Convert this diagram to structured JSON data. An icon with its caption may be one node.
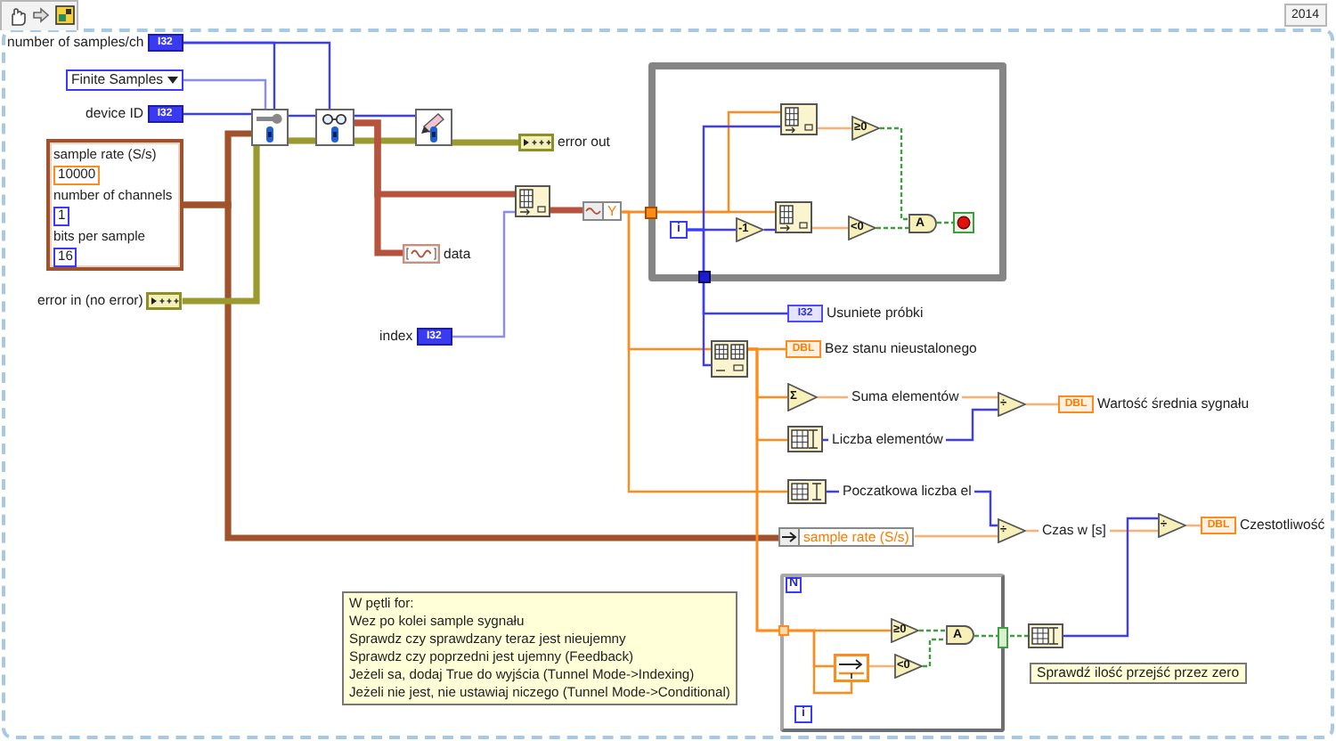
{
  "diagram": {
    "nodes": [
      {
        "text": [
          "I32"
        ],
        "beside": [
          "number of samples/ch"
        ]
      },
      {
        "text": [
          "Finite Samples"
        ]
      },
      {
        "text": [
          "I32"
        ],
        "beside": [
          "device ID"
        ]
      },
      {
        "text": [
          "sample rate (S/s)",
          "10000",
          "number of channels",
          "1",
          "bits per sample",
          "16"
        ]
      },
      {
        "text": [],
        "shape": "picture",
        "beside": [
          "error in (no error)"
        ]
      },
      {
        "text": [],
        "shape": "picture"
      },
      {
        "text": [],
        "shape": "picture"
      },
      {
        "text": [],
        "shape": "picture"
      },
      {
        "text": [],
        "shape": "picture",
        "beside": [
          "error out"
        ]
      },
      {
        "text": [],
        "shape": "picture"
      },
      {
        "text": [],
        "shape": "picture",
        "beside": [
          "data"
        ]
      },
      {
        "text": [
          "I32"
        ],
        "beside": [
          "index"
        ]
      },
      {
        "text": [
          "Y"
        ]
      },
      {
        "text": [],
        "shape": "box"
      },
      {
        "text": [
          "i"
        ],
        "in": 13
      },
      {
        "text": [],
        "shape": "picture",
        "in": 13
      },
      {
        "text": [
          "-1"
        ],
        "in": 13
      },
      {
        "text": [],
        "shape": "picture",
        "in": 13
      },
      {
        "text": [
          "≥0"
        ],
        "in": 13
      },
      {
        "text": [
          "<0"
        ],
        "in": 13
      },
      {
        "text": [
          "A"
        ],
        "in": 13
      },
      {
        "text": [],
        "shape": "picture",
        "in": 13
      },
      {
        "text": [
          "I32"
        ],
        "beside": [
          "Usuniete próbki"
        ]
      },
      {
        "text": [],
        "shape": "picture"
      },
      {
        "text": [
          "DBL"
        ],
        "beside": [
          "Bez stanu nieustalonego"
        ]
      },
      {
        "text": [
          "Σ"
        ]
      },
      {
        "text": [],
        "shape": "picture"
      },
      {
        "text": [
          "÷"
        ]
      },
      {
        "text": [
          "DBL"
        ],
        "beside": [
          "Wartość średnia sygnału"
        ]
      },
      {
        "text": [],
        "shape": "picture"
      },
      {
        "text": [
          "sample rate (S/s)"
        ]
      },
      {
        "text": [
          "÷"
        ]
      },
      {
        "text": [
          "÷"
        ]
      },
      {
        "text": [
          "DBL"
        ],
        "beside": [
          "Czestotliwość"
        ]
      },
      {
        "text": [
          "W pętli for:",
          "Wez po kolei sample sygnału",
          "Sprawdz czy sprawdzany teraz jest nieujemny",
          "Sprawdz czy poprzedni jest ujemny (Feedback)",
          "Jeżeli sa, dodaj True do wyjścia (Tunnel Mode->Indexing)",
          "Jeżeli nie jest, nie ustawiaj niczego (Tunnel Mode->Conditional)"
        ]
      },
      {
        "text": [],
        "shape": "box"
      },
      {
        "text": [
          "N"
        ],
        "in": 35
      },
      {
        "text": [
          "≥0"
        ],
        "in": 35
      },
      {
        "text": [],
        "shape": "picture",
        "in": 35
      },
      {
        "text": [
          "<0"
        ],
        "in": 35
      },
      {
        "text": [
          "A"
        ],
        "in": 35
      },
      {
        "text": [
          "i"
        ],
        "in": 35
      },
      {
        "text": [],
        "shape": "picture"
      },
      {
        "text": [
          "Sprawdź ilość przejść przez zero"
        ]
      }
    ],
    "edges": [
      {
        "from": 0,
        "to": 5,
        "arrow": "none",
        "color": "#3c3cff"
      },
      {
        "from": 0,
        "to": 6,
        "arrow": "none",
        "color": "#3c3cff"
      },
      {
        "from": 1,
        "to": 5,
        "arrow": "none",
        "color": "#8a8aff"
      },
      {
        "from": 2,
        "to": 5,
        "arrow": "none",
        "color": "#3c3cff"
      },
      {
        "from": 3,
        "to": 5,
        "arrow": "none",
        "style": "thick",
        "color": "#a0522d"
      },
      {
        "from": 3,
        "to": 30,
        "arrow": "none",
        "style": "thick",
        "color": "#a0522d"
      },
      {
        "from": 4,
        "to": 5,
        "arrow": "none",
        "style": "thick",
        "color": "#9a9a30"
      },
      {
        "from": 5,
        "to": 6,
        "arrow": "none",
        "color": "#3c3cff"
      },
      {
        "from": 5,
        "to": 6,
        "arrow": "none",
        "style": "thick",
        "color": "#9a9a30"
      },
      {
        "from": 6,
        "to": 7,
        "arrow": "none",
        "color": "#3c3cff"
      },
      {
        "from": 6,
        "to": 7,
        "arrow": "none",
        "style": "thick",
        "color": "#9a9a30"
      },
      {
        "from": 7,
        "to": 8,
        "arrow": "none",
        "style": "thick",
        "color": "#9a9a30"
      },
      {
        "from": 6,
        "to": 10,
        "arrow": "none",
        "style": "thick",
        "color": "#b5533c"
      },
      {
        "from": 6,
        "to": 9,
        "arrow": "none",
        "style": "thick",
        "color": "#b5533c"
      },
      {
        "from": 11,
        "to": 9,
        "arrow": "none",
        "color": "#8a8aff"
      },
      {
        "from": 9,
        "to": 12,
        "arrow": "none",
        "style": "thick",
        "color": "#b5533c"
      },
      {
        "from": 12,
        "to": 15,
        "arrow": "none",
        "color": "#ff8c1a"
      },
      {
        "from": 12,
        "to": 17,
        "arrow": "none",
        "color": "#ff8c1a"
      },
      {
        "from": 12,
        "to": 23,
        "arrow": "none",
        "color": "#ff8c1a"
      },
      {
        "from": 12,
        "to": 29,
        "arrow": "none",
        "color": "#ff8c1a"
      },
      {
        "from": 14,
        "to": 15,
        "arrow": "none",
        "color": "#3c3cff"
      },
      {
        "from": 14,
        "to": 16,
        "arrow": "none",
        "color": "#3c3cff"
      },
      {
        "from": 16,
        "to": 17,
        "arrow": "none",
        "color": "#3c3cff"
      },
      {
        "from": 14,
        "to": 22,
        "arrow": "none",
        "color": "#3c3cff"
      },
      {
        "from": 14,
        "to": 23,
        "arrow": "none",
        "color": "#3c3cff"
      },
      {
        "from": 15,
        "to": 18,
        "arrow": "none",
        "color": "#ffb070"
      },
      {
        "from": 17,
        "to": 19,
        "arrow": "none",
        "color": "#ffb070"
      },
      {
        "from": 18,
        "to": 20,
        "arrow": "none",
        "style": "dashed",
        "color": "#3f9f3f"
      },
      {
        "from": 19,
        "to": 20,
        "arrow": "none",
        "style": "dashed",
        "color": "#3f9f3f"
      },
      {
        "from": 20,
        "to": 21,
        "arrow": "none",
        "style": "dashed",
        "color": "#3f9f3f"
      },
      {
        "from": 23,
        "to": 24,
        "arrow": "none",
        "color": "#ff8c1a"
      },
      {
        "from": 23,
        "to": 25,
        "arrow": "none",
        "color": "#ff8c1a"
      },
      {
        "from": 23,
        "to": 26,
        "arrow": "none",
        "color": "#ff8c1a"
      },
      {
        "from": 23,
        "to": 37,
        "arrow": "none",
        "color": "#ff8c1a"
      },
      {
        "from": 23,
        "to": 38,
        "arrow": "none",
        "color": "#ff8c1a"
      },
      {
        "from": 23,
        "to": 38,
        "arrow": "none",
        "color": "#ff8c1a"
      },
      {
        "from": 25,
        "to": 27,
        "arrow": "none",
        "label": "Suma elementów",
        "color": "#ffb070"
      },
      {
        "from": 26,
        "to": 27,
        "arrow": "none",
        "label": "Liczba elementów",
        "color": "#3c3cff"
      },
      {
        "from": 27,
        "to": 28,
        "arrow": "none",
        "color": "#ffb070"
      },
      {
        "from": 29,
        "to": 31,
        "arrow": "none",
        "label": "Poczatkowa liczba el",
        "color": "#3c3cff"
      },
      {
        "from": 30,
        "to": 31,
        "arrow": "none",
        "color": "#ffb070"
      },
      {
        "from": 31,
        "to": 32,
        "arrow": "none",
        "label": "Czas w [s]",
        "color": "#ffb070"
      },
      {
        "from": 42,
        "to": 32,
        "arrow": "none",
        "color": "#3c3cff"
      },
      {
        "from": 32,
        "to": 33,
        "arrow": "none",
        "color": "#ffb070"
      },
      {
        "from": 38,
        "to": 39,
        "arrow": "none",
        "color": "#ffb070"
      },
      {
        "from": 37,
        "to": 40,
        "arrow": "none",
        "style": "dashed",
        "color": "#3f9f3f"
      },
      {
        "from": 39,
        "to": 40,
        "arrow": "none",
        "style": "dashed",
        "color": "#3f9f3f"
      },
      {
        "from": 40,
        "to": 42,
        "arrow": "none",
        "style": "dashed",
        "color": "#3f9f3f"
      }
    ],
    "labels": [
      "2014"
    ]
  }
}
